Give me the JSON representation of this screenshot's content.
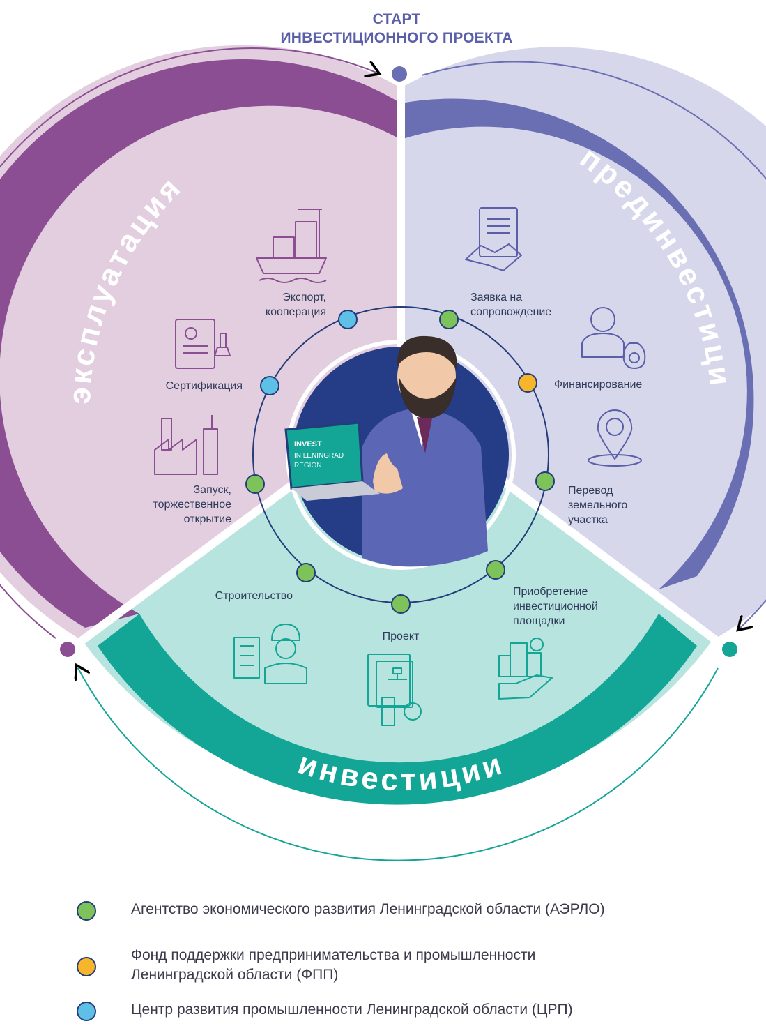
{
  "title": {
    "line1": "СТАРТ",
    "line2": "ИНВЕСТИЦИОННОГО ПРОЕКТА"
  },
  "phases": {
    "pre_investment": "прединвестиции",
    "investment": "инвестиции",
    "operation": "эксплуатация"
  },
  "steps": {
    "application": "Заявка на\nсопровождение",
    "financing": "Финансирование",
    "land_transfer": "Перевод\nземельного\nучастка",
    "site_acquisition": "Приобретение\nинвестиционной\nплощадки",
    "project": "Проект",
    "construction": "Строительство",
    "launch": "Запуск,\nторжественное\nоткрытие",
    "certification": "Сертификация",
    "export": "Экспорт,\nкооперация"
  },
  "laptop": {
    "line1": "INVEST",
    "line2": "IN LENINGRAD",
    "line3": "REGION"
  },
  "colors": {
    "green": "#7dc35a",
    "orange": "#f7b52c",
    "blue": "#5ec0e6",
    "pre_investment": "#6a6fb4",
    "investment": "#13a596",
    "operation": "#8b4e93",
    "pre_investment_light": "#d6d7ea",
    "investment_light": "#b8e4df",
    "operation_light": "#e2cedf",
    "navy": "#243c7a"
  },
  "legend": [
    {
      "color": "green",
      "text": "Агентство экономического развития Ленинградской области (АЭРЛО)"
    },
    {
      "color": "orange",
      "text": "Фонд поддержки предпринимательства и промышленности\nЛенинградской области (ФПП)"
    },
    {
      "color": "blue",
      "text": "Центр развития промышленности Ленинградской области (ЦРП)"
    }
  ]
}
